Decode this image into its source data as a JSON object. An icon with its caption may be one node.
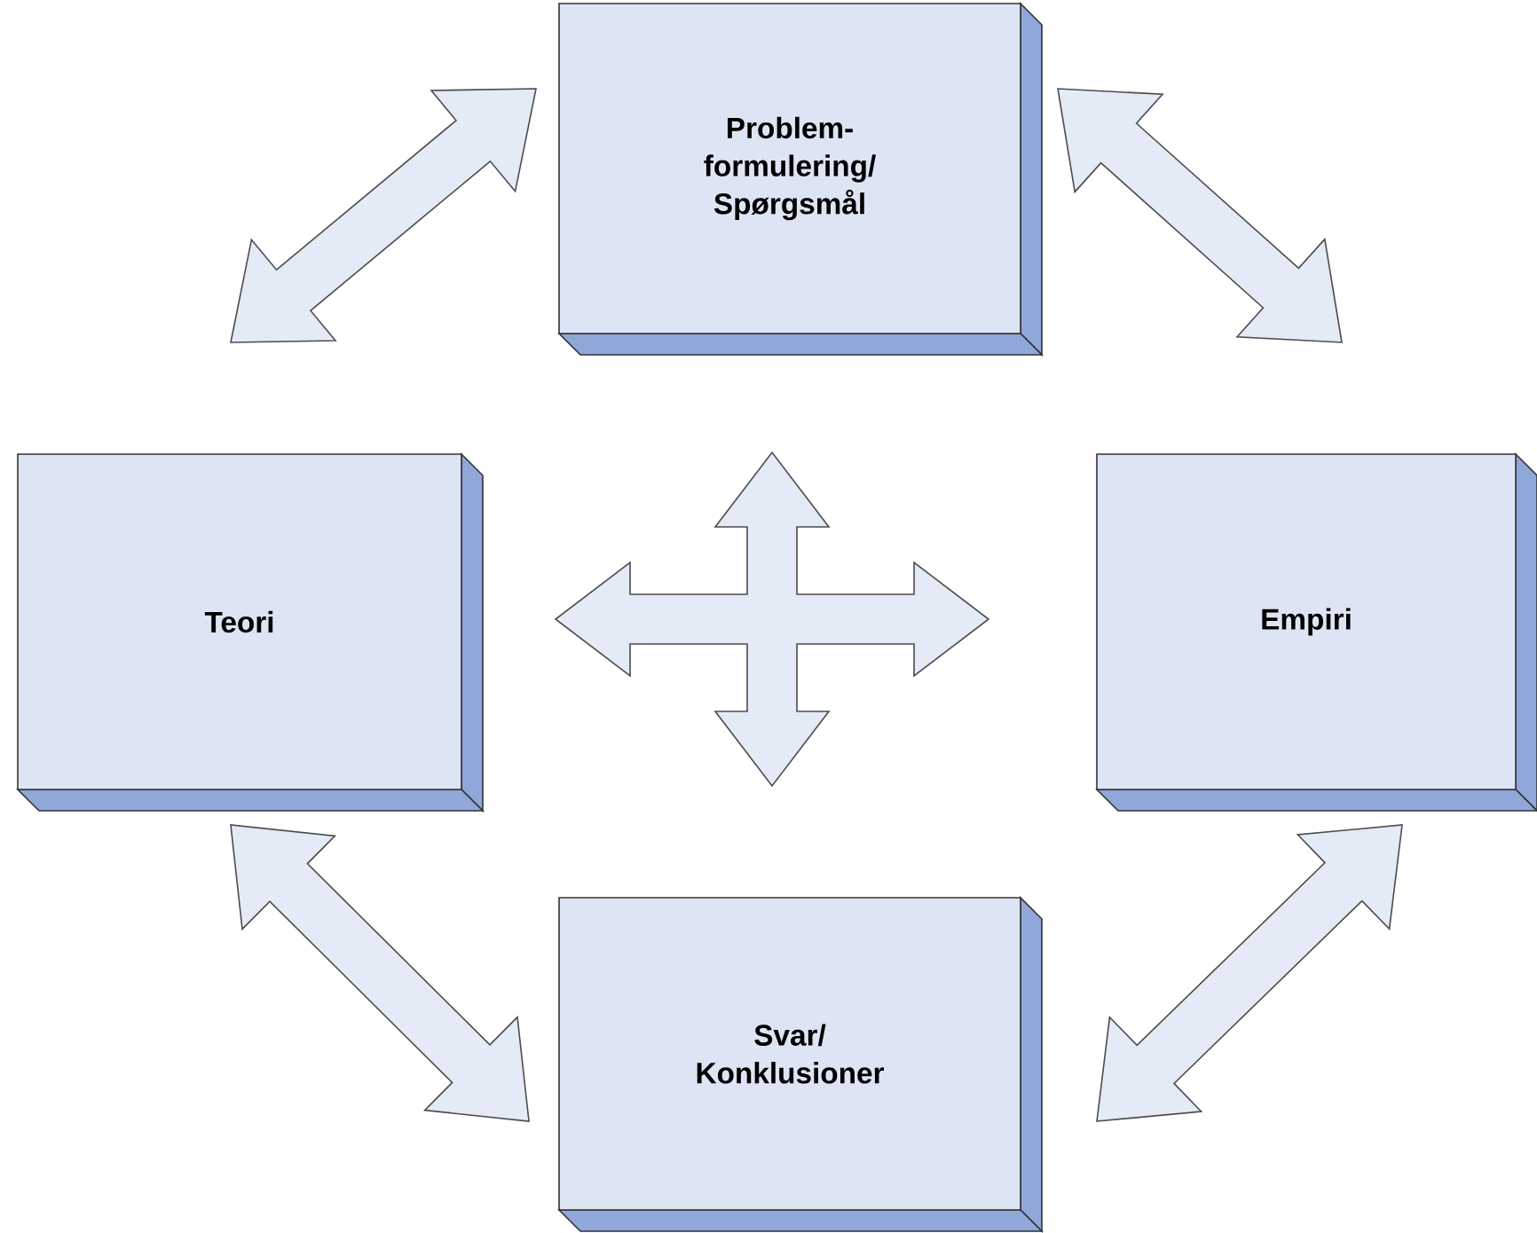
{
  "diagram": {
    "nodes": [
      {
        "text": [
          "Problem- formulering/ Spørgsmål"
        ]
      },
      {
        "text": [
          "Teori"
        ]
      },
      {
        "text": [
          "Empiri"
        ]
      },
      {
        "text": [
          "Svar/ Konklusioner"
        ]
      }
    ],
    "edges": [
      {
        "from": 1,
        "to": 0,
        "arrow": "both"
      },
      {
        "from": 0,
        "to": 2,
        "arrow": "both"
      },
      {
        "from": 1,
        "to": 3,
        "arrow": "both"
      },
      {
        "from": 3,
        "to": 2,
        "arrow": "both"
      },
      {
        "from": 1,
        "to": 2,
        "arrow": "both"
      },
      {
        "from": 0,
        "to": 3,
        "arrow": "both"
      }
    ]
  }
}
